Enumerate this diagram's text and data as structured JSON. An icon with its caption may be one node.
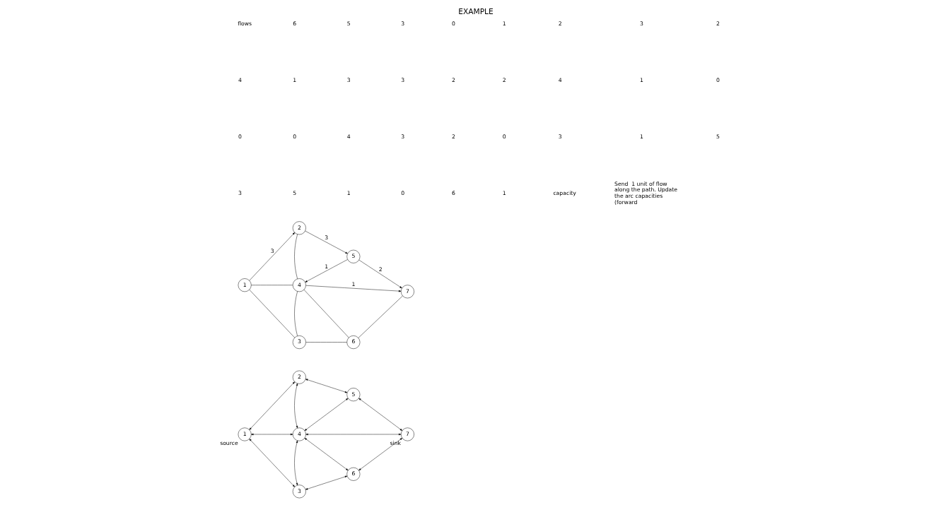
{
  "diagram": {
    "title": "EXAMPLE",
    "nodes": [
      {
        "text": [
          "1"
        ],
        "beside": [
          "source"
        ]
      },
      {
        "text": [
          "2"
        ]
      },
      {
        "text": [
          "3"
        ]
      },
      {
        "text": [
          "4"
        ]
      },
      {
        "text": [
          "5"
        ]
      },
      {
        "text": [
          "6"
        ]
      },
      {
        "text": [
          "7"
        ],
        "beside": [
          "sink"
        ]
      },
      {
        "text": [
          "1"
        ]
      },
      {
        "text": [
          "2"
        ]
      },
      {
        "text": [
          "3"
        ]
      },
      {
        "text": [
          "4"
        ]
      },
      {
        "text": [
          "5"
        ]
      },
      {
        "text": [
          "6"
        ]
      },
      {
        "text": [
          "7"
        ]
      }
    ],
    "edges": [
      {
        "from": 0,
        "to": 1,
        "arrow": "both"
      },
      {
        "from": 0,
        "to": 3,
        "arrow": "both"
      },
      {
        "from": 0,
        "to": 2,
        "arrow": "both"
      },
      {
        "from": 1,
        "to": 4,
        "arrow": "both"
      },
      {
        "from": 1,
        "to": 3,
        "arrow": "both"
      },
      {
        "from": 3,
        "to": 4,
        "arrow": "both"
      },
      {
        "from": 4,
        "to": 6,
        "arrow": "both"
      },
      {
        "from": 3,
        "to": 6,
        "arrow": "both"
      },
      {
        "from": 2,
        "to": 3,
        "arrow": "both"
      },
      {
        "from": 3,
        "to": 5,
        "arrow": "both"
      },
      {
        "from": 2,
        "to": 5,
        "arrow": "both"
      },
      {
        "from": 5,
        "to": 6,
        "arrow": "both"
      },
      {
        "from": 7,
        "to": 8,
        "arrow": "to",
        "label": "3"
      },
      {
        "from": 7,
        "to": 10,
        "arrow": "none"
      },
      {
        "from": 7,
        "to": 9,
        "arrow": "none"
      },
      {
        "from": 8,
        "to": 11,
        "arrow": "to",
        "label": "3"
      },
      {
        "from": 8,
        "to": 10,
        "arrow": "none"
      },
      {
        "from": 11,
        "to": 10,
        "arrow": "to",
        "label": "1"
      },
      {
        "from": 11,
        "to": 13,
        "arrow": "to",
        "label": "2"
      },
      {
        "from": 10,
        "to": 13,
        "arrow": "to",
        "label": "1"
      },
      {
        "from": 9,
        "to": 10,
        "arrow": "none"
      },
      {
        "from": 10,
        "to": 12,
        "arrow": "none"
      },
      {
        "from": 9,
        "to": 12,
        "arrow": "none"
      },
      {
        "from": 12,
        "to": 13,
        "arrow": "none"
      }
    ],
    "labels": [
      "flows",
      "6",
      "5",
      "3",
      "0",
      "1",
      "2",
      "3",
      "2",
      "4",
      "1",
      "3",
      "3",
      "2",
      "2",
      "4",
      "1",
      "0",
      "0",
      "0",
      "4",
      "3",
      "2",
      "0",
      "3",
      "1",
      "5",
      "3",
      "5",
      "1",
      "0",
      "6",
      "1",
      "capacity",
      "Send  1 unit of flow along the path. Update the arc capacities (forward"
    ]
  }
}
